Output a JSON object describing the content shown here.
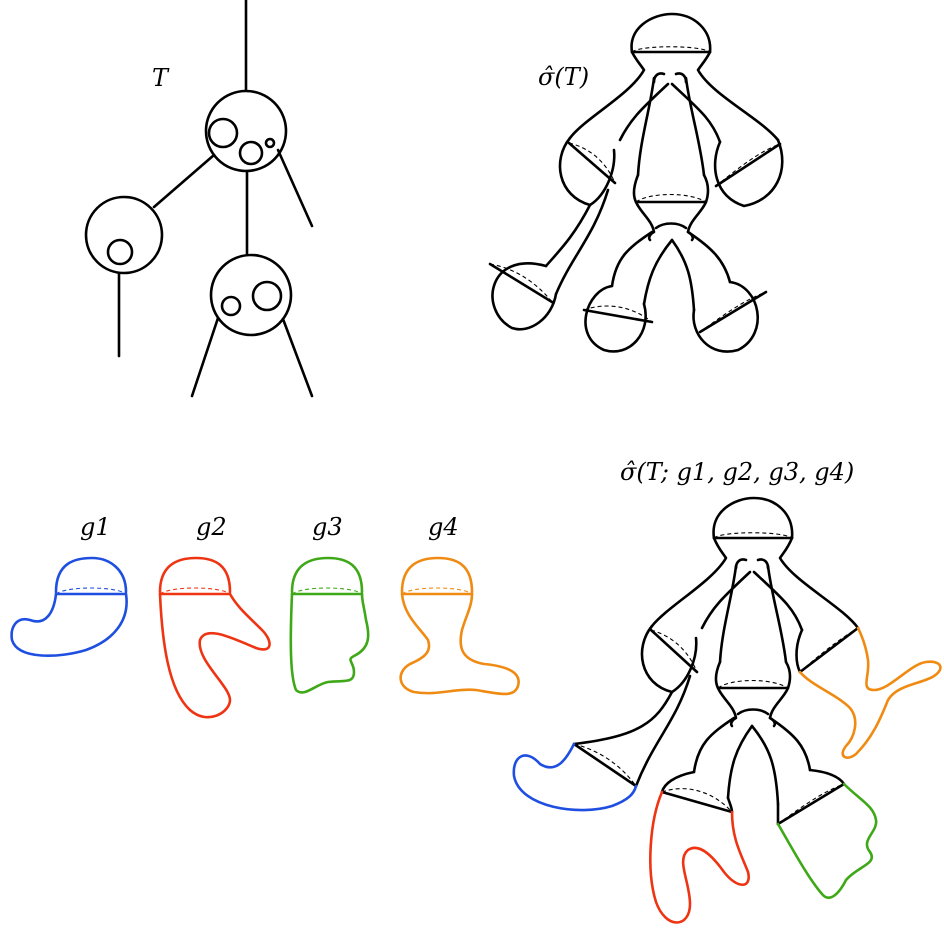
{
  "labels": {
    "tree": "T",
    "sigma_T": "σ̂(T)",
    "sigma_T_g": "σ̂(T; g1, g2, g3, g4)",
    "g1": "g1",
    "g2": "g2",
    "g3": "g3",
    "g4": "g4"
  },
  "colors": {
    "g1": "#1f4fe0",
    "g2": "#ee3412",
    "g3": "#3fa818",
    "g4": "#ef8a12",
    "outline": "#000000"
  }
}
